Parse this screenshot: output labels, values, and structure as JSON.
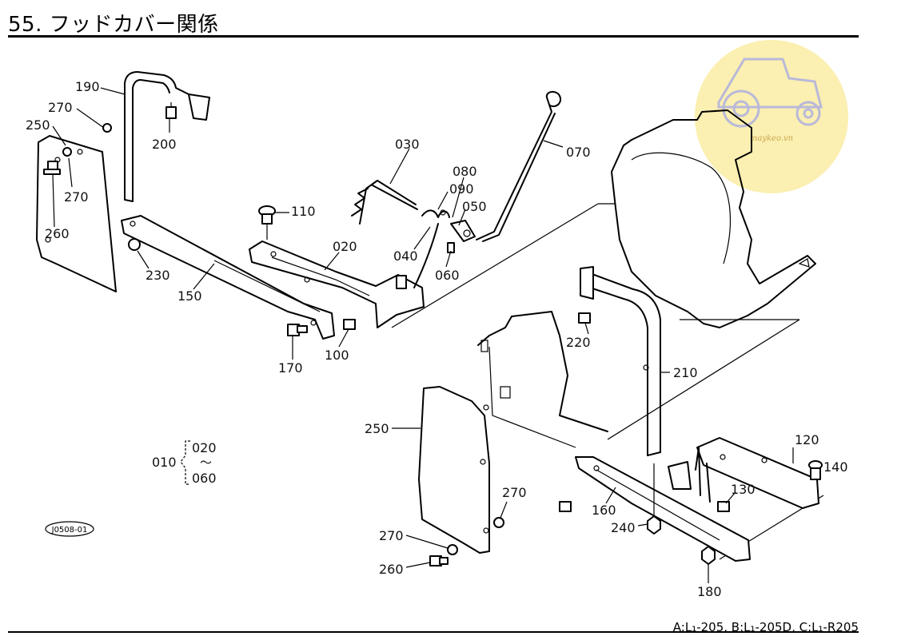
{
  "header": {
    "title": "55. フッドカバー関係"
  },
  "watermark": {
    "text": "maykeo.vn",
    "color": "#fbefb1"
  },
  "labels": {
    "l190": "190",
    "l270a": "270",
    "l250a": "250",
    "l200": "200",
    "l270b": "270",
    "l260a": "260",
    "l230": "230",
    "l150": "150",
    "l170": "170",
    "l100": "100",
    "l110": "110",
    "l020": "020",
    "l030": "030",
    "l090": "090",
    "l080": "080",
    "l050": "050",
    "l040": "040",
    "l060": "060",
    "l070": "070",
    "l220": "220",
    "l210": "210",
    "l250b": "250",
    "l120": "120",
    "l140": "140",
    "l130": "130",
    "l160": "160",
    "l240": "240",
    "l270c": "270",
    "l270d": "270",
    "l260b": "260",
    "l180": "180"
  },
  "assembly": {
    "code": "010",
    "from": "020",
    "sep": "〜",
    "to": "060"
  },
  "figure_code": "J0508-01",
  "footer": {
    "models": "A:L₁-205, B:L₁-205D, C:L₁-R205"
  }
}
